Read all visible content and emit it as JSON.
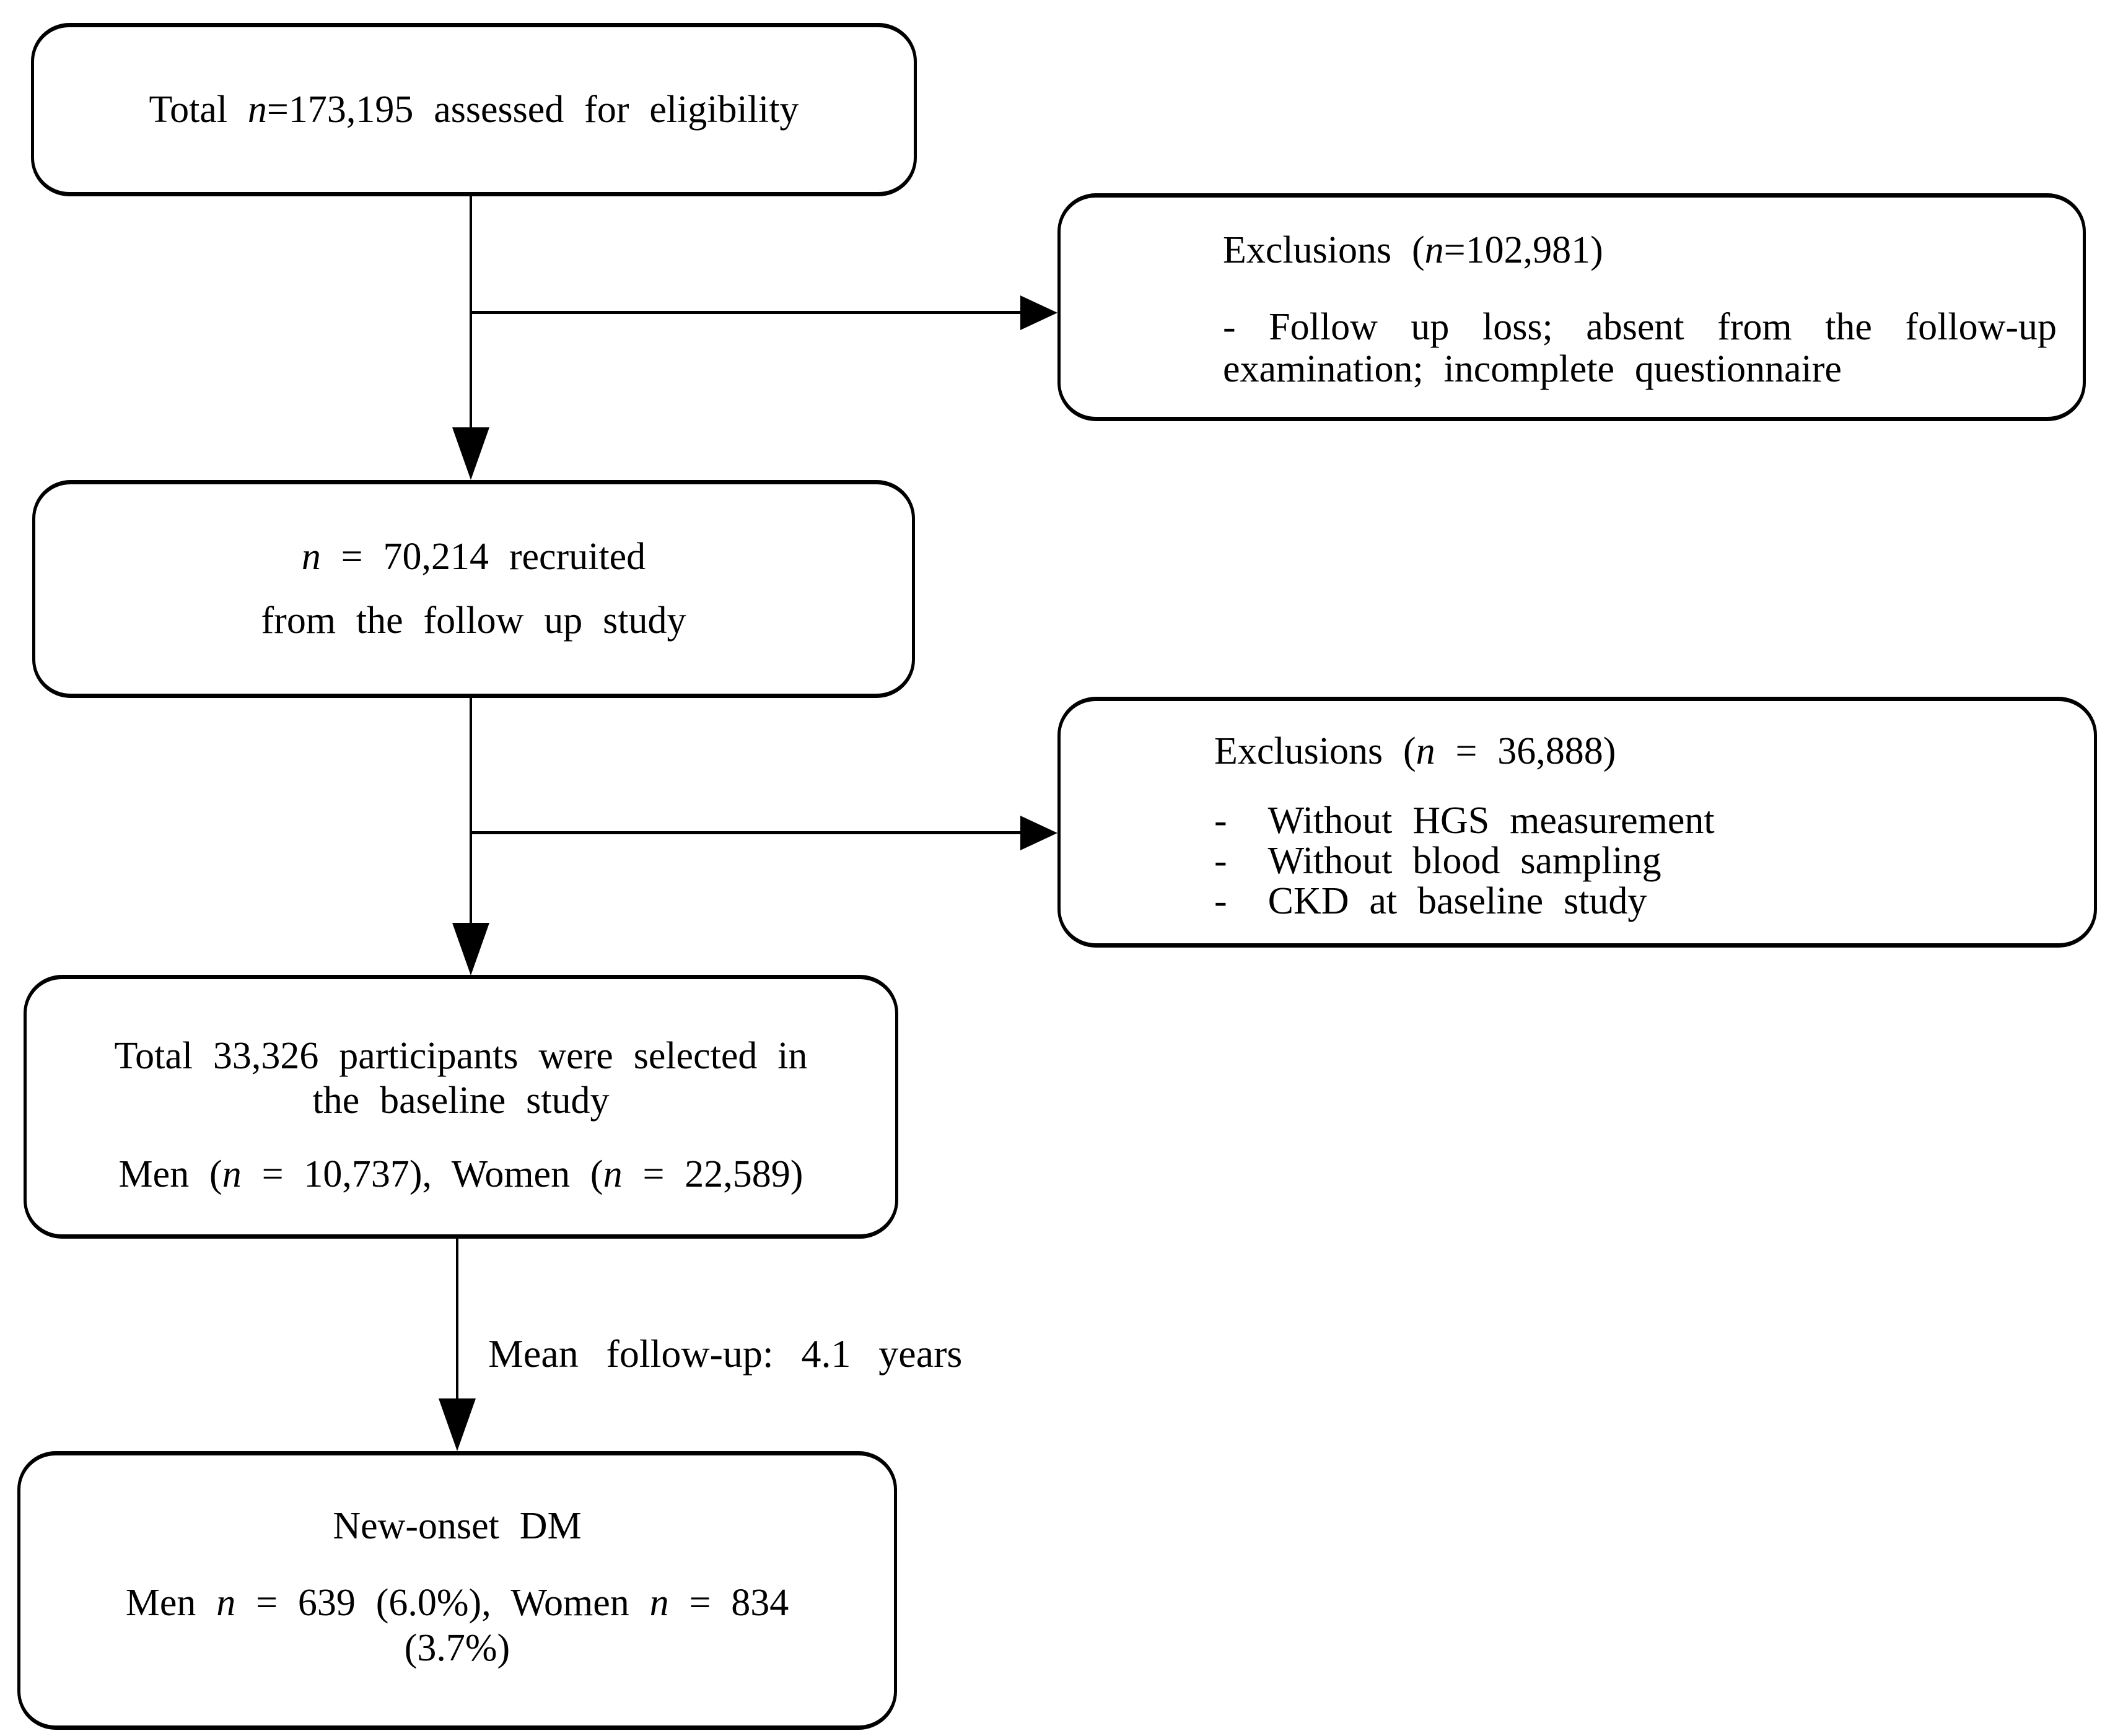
{
  "diagram": {
    "colors": {
      "line": "#000000",
      "background": "#ffffff",
      "text": "#000000"
    },
    "box_eligibility": {
      "segments": [
        {
          "t": "Total "
        },
        {
          "t": "n",
          "i": true
        },
        {
          "t": "=173,195 assessed for eligibility"
        }
      ]
    },
    "exclusions_1": {
      "heading_segments": [
        {
          "t": "Exclusions ("
        },
        {
          "t": "n",
          "i": true
        },
        {
          "t": "=102,981)"
        }
      ],
      "line1": "- Follow up loss; absent from the follow-up",
      "line2": "examination; incomplete questionnaire"
    },
    "box_recruited": {
      "line1_segments": [
        {
          "t": "n",
          "i": true
        },
        {
          "t": " = 70,214 recruited"
        }
      ],
      "line2": "from the follow up study"
    },
    "exclusions_2": {
      "heading_segments": [
        {
          "t": "Exclusions ("
        },
        {
          "t": "n",
          "i": true
        },
        {
          "t": " = 36,888)"
        }
      ],
      "bullet": "-",
      "items": [
        "Without HGS measurement",
        "Without blood sampling",
        "CKD at baseline study"
      ]
    },
    "box_baseline": {
      "line1": "Total 33,326 participants were selected in",
      "line2": "the baseline study",
      "line3_segments": [
        {
          "t": "Men ("
        },
        {
          "t": "n",
          "i": true
        },
        {
          "t": " = 10,737), Women ("
        },
        {
          "t": "n",
          "i": true
        },
        {
          "t": " = 22,589)"
        }
      ]
    },
    "label_mean_followup": "Mean follow-up: 4.1 years",
    "box_new_onset": {
      "line1": "New-onset DM",
      "line2_segments": [
        {
          "t": "Men "
        },
        {
          "t": "n",
          "i": true
        },
        {
          "t": " = 639 (6.0%), Women "
        },
        {
          "t": "n",
          "i": true
        },
        {
          "t": " = 834"
        }
      ],
      "line3": "(3.7%)"
    }
  }
}
